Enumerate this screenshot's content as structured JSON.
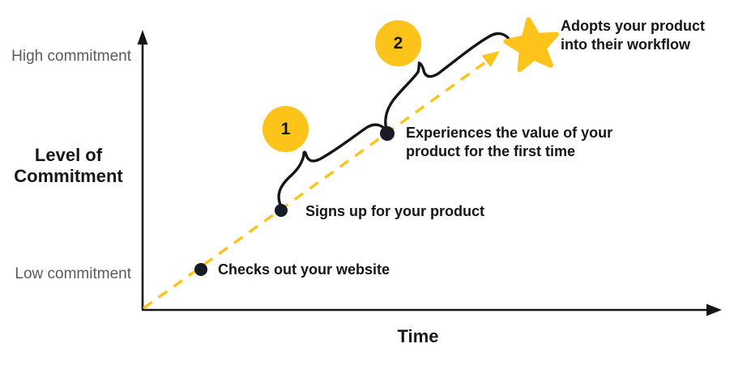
{
  "title": "User journey commitment diagram",
  "colors": {
    "accent_yellow": "#FCC41A",
    "ink": "#161616",
    "muted_gray": "#5A5A5A",
    "dot": "#171B26"
  },
  "axes": {
    "y_title": "Level of Commitment",
    "y_max_label": "High commitment",
    "y_min_label": "Low commitment",
    "x_title": "Time"
  },
  "badges": [
    {
      "number": "1"
    },
    {
      "number": "2"
    }
  ],
  "milestones": [
    {
      "lines": [
        "Checks out your website"
      ]
    },
    {
      "lines": [
        "Signs up for your product"
      ]
    },
    {
      "lines": [
        "Experiences the value of your",
        "product for the first time"
      ]
    },
    {
      "lines": [
        "Adopts your product",
        "into their workflow"
      ],
      "icon": "star-icon"
    }
  ]
}
